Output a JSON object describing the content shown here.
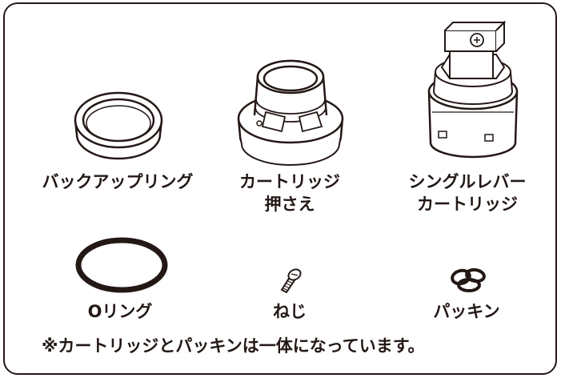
{
  "parts": {
    "backup_ring": {
      "label": "バックアップリング"
    },
    "cartridge_holder": {
      "label_line1": "カートリッジ",
      "label_line2": "押さえ"
    },
    "single_lever_cartridge": {
      "label_line1": "シングルレバー",
      "label_line2": "カートリッジ"
    },
    "o_ring": {
      "label": "Oリング"
    },
    "screw": {
      "label": "ねじ"
    },
    "packing": {
      "label": "パッキン"
    }
  },
  "note": "※カートリッジとパッキンは一体になっています。",
  "colors": {
    "line": "#231815",
    "background": "#ffffff"
  },
  "icons": [
    "backup-ring-icon",
    "cartridge-holder-icon",
    "single-lever-cartridge-icon",
    "o-ring-icon",
    "screw-icon",
    "packing-icon"
  ]
}
